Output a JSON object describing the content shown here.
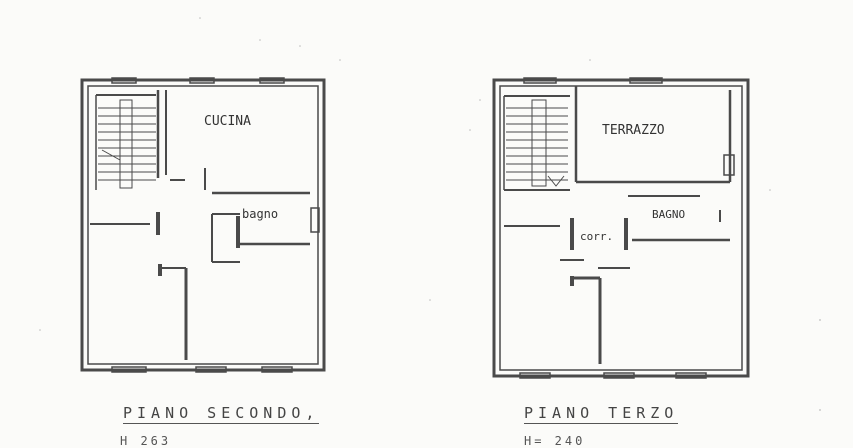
{
  "floor_plans": [
    {
      "title": "PIANO SECONDO,",
      "subtitle": "H 263",
      "rooms": [
        "CUCINA",
        "bagno"
      ]
    },
    {
      "title": "PIANO TERZO",
      "subtitle": "H= 240",
      "rooms": [
        "TERRAZZO",
        "corr.",
        "BAGNO"
      ]
    }
  ],
  "colors": {
    "line": "#4a4a4a",
    "background": "#fbfbf9"
  }
}
